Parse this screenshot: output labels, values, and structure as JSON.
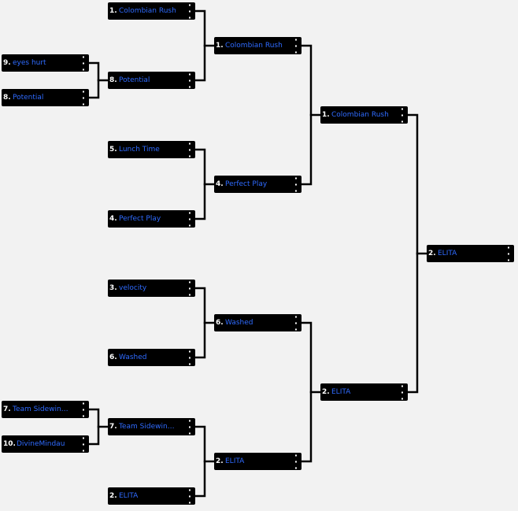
{
  "bracket": {
    "play_in": [
      {
        "seed": "9.",
        "name": "eyes hurt"
      },
      {
        "seed": "8.",
        "name": "Potential"
      },
      {
        "seed": "7.",
        "name": "Team Sidewin…"
      },
      {
        "seed": "10.",
        "name": "DivineMindau"
      }
    ],
    "round1": [
      {
        "seed": "1.",
        "name": "Colombian Rush"
      },
      {
        "seed": "8.",
        "name": "Potential"
      },
      {
        "seed": "5.",
        "name": "Lunch Time"
      },
      {
        "seed": "4.",
        "name": "Perfect Play"
      },
      {
        "seed": "3.",
        "name": "velocity"
      },
      {
        "seed": "6.",
        "name": "Washed"
      },
      {
        "seed": "7.",
        "name": "Team Sidewin…"
      },
      {
        "seed": "2.",
        "name": "ELITA"
      }
    ],
    "round2": [
      {
        "seed": "1.",
        "name": "Colombian Rush"
      },
      {
        "seed": "4.",
        "name": "Perfect Play"
      },
      {
        "seed": "6.",
        "name": "Washed"
      },
      {
        "seed": "2.",
        "name": "ELITA"
      }
    ],
    "round3": [
      {
        "seed": "1.",
        "name": "Colombian Rush"
      },
      {
        "seed": "2.",
        "name": "ELITA"
      }
    ],
    "final": [
      {
        "seed": "2.",
        "name": "ELITA"
      }
    ]
  },
  "colors": {
    "background": "#f2f2f2",
    "slot": "#000000",
    "team_link": "#2f6bff",
    "line": "#000000"
  },
  "icons": {
    "slot_menu": "kebab-menu-icon"
  }
}
